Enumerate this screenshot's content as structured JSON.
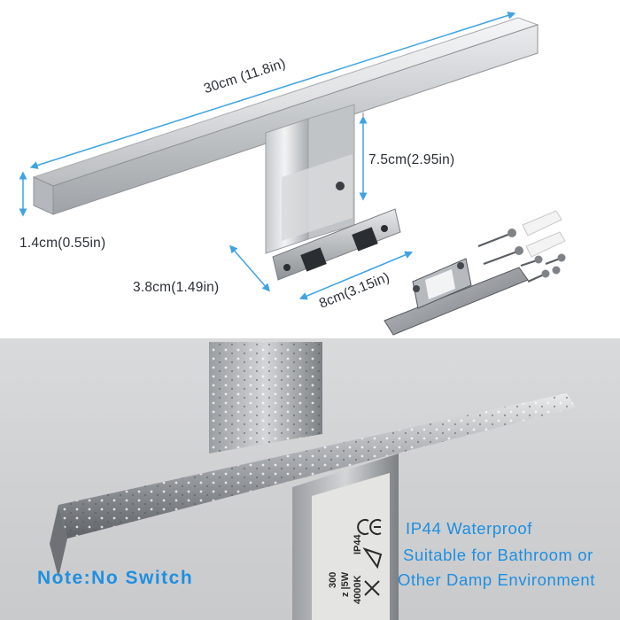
{
  "dimensions": {
    "length": "30cm (11.8in)",
    "height": "7.5cm(2.95in)",
    "thickness": "1.4cm(0.55in)",
    "depth": "3.8cm(1.49in)",
    "base_width": "8cm(3.15in)"
  },
  "note": "Note:No Switch",
  "features": {
    "line1": "IP44 Waterproof",
    "line2": "Suitable for Bathroom  or",
    "line3": "Other Damp Environment"
  },
  "product_label": {
    "col1": "300",
    "col2": "z |5W",
    "col3": "4000K",
    "col4": "IP44"
  },
  "colors": {
    "accent": "#1f8fe0",
    "dimension_line": "#3fa3e3"
  }
}
